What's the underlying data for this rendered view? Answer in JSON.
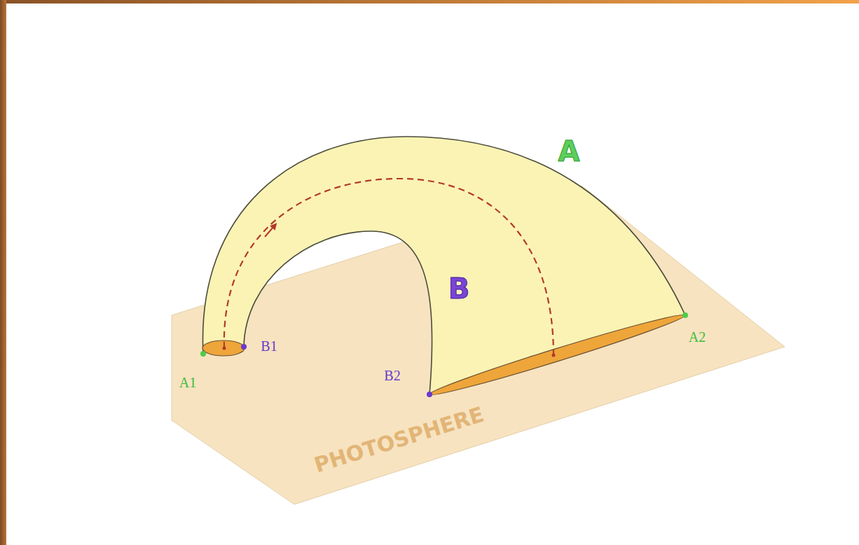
{
  "diagram": {
    "labels": [
      "A",
      "B",
      "B1",
      "A1",
      "B2",
      "A2",
      "PHOTOSPHERE"
    ]
  }
}
